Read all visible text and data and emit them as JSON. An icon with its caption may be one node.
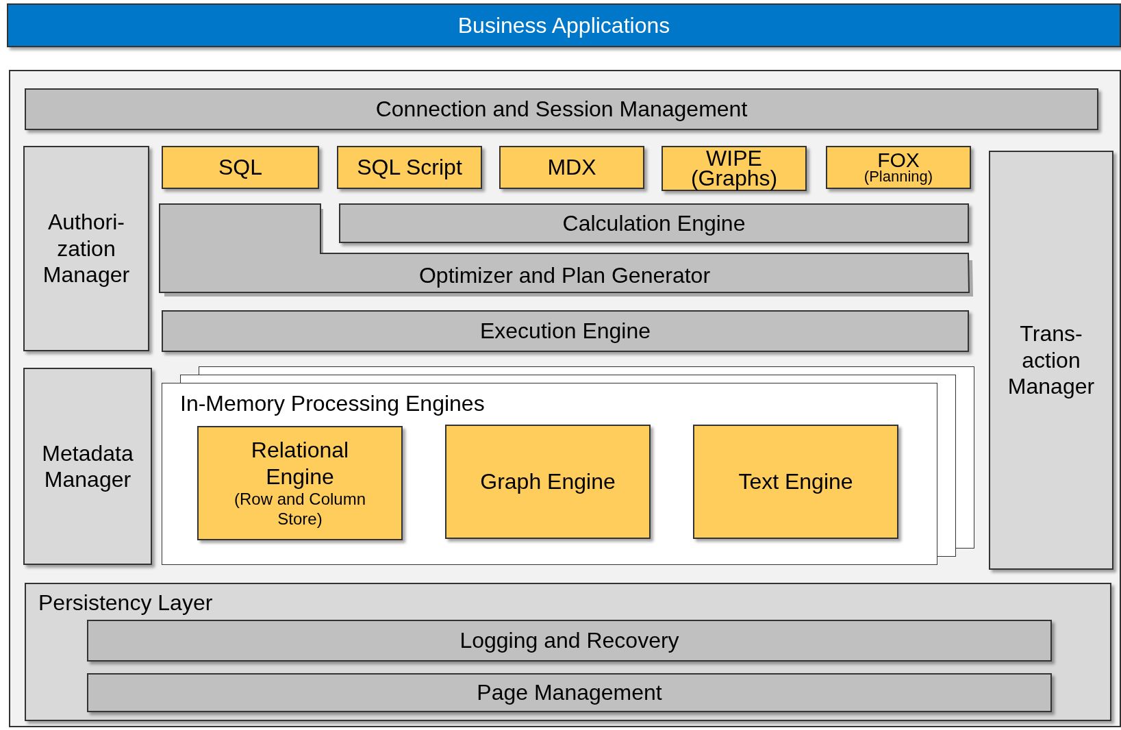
{
  "diagram": {
    "nodes": [
      {
        "text": [
          "Business Applications"
        ]
      },
      {
        "text": [],
        "shape": "box"
      },
      {
        "text": [
          "Connection and Session Management"
        ],
        "in": 1
      },
      {
        "text": [
          "Authori- zation Manager"
        ],
        "in": 1
      },
      {
        "text": [
          "SQL"
        ],
        "in": 1
      },
      {
        "text": [
          "SQL Script"
        ],
        "in": 1
      },
      {
        "text": [
          "MDX"
        ],
        "in": 1
      },
      {
        "text": [
          "WIPE (Graphs)"
        ],
        "in": 1
      },
      {
        "text": [
          "FOX",
          "(Planning)"
        ],
        "in": 1
      },
      {
        "text": [
          "Trans- action Manager"
        ],
        "in": 1
      },
      {
        "text": [
          "Calculation Engine"
        ],
        "in": 1
      },
      {
        "text": [
          "Optimizer and Plan Generator"
        ],
        "in": 1
      },
      {
        "text": [
          "Execution Engine"
        ],
        "in": 1
      },
      {
        "text": [
          "Metadata Manager"
        ],
        "in": 1
      },
      {
        "text": [
          "In-Memory Processing Engines"
        ],
        "in": 1
      },
      {
        "text": [
          "Relational Engine",
          "(Row and Column Store)"
        ],
        "in": 14
      },
      {
        "text": [
          "Graph Engine"
        ],
        "in": 14
      },
      {
        "text": [
          "Text Engine"
        ],
        "in": 14
      },
      {
        "text": [
          "Persistency Layer"
        ],
        "in": 1
      },
      {
        "text": [
          "Logging and Recovery"
        ],
        "in": 18
      },
      {
        "text": [
          "Page Management"
        ],
        "in": 18
      }
    ]
  }
}
